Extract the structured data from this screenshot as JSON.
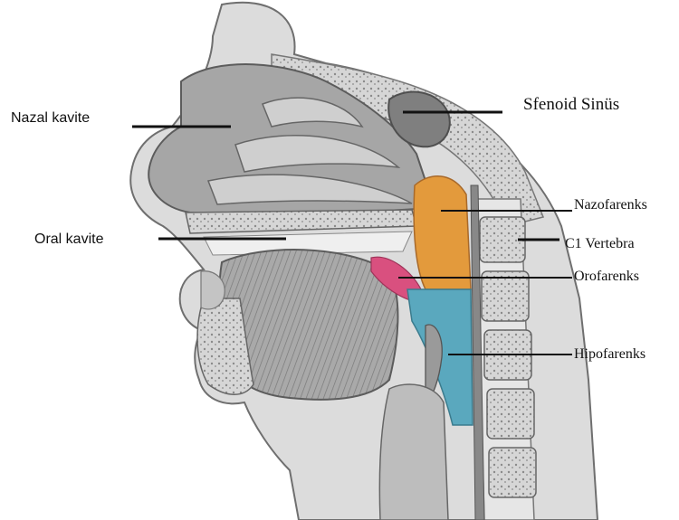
{
  "labels": {
    "nasal_cavity": "Nazal kavite",
    "sphenoid_sinus": "Sfenoid Sinüs",
    "nasopharynx": "Nazofarenks",
    "oral_cavity": "Oral kavite",
    "c1_vertebra": "C1 Vertebra",
    "oropharynx": "Orofarenks",
    "hypopharynx": "Hipofarenks"
  },
  "colors": {
    "nasopharynx": "#e39a3c",
    "oropharynx": "#d9507f",
    "hypopharynx": "#5aa8be",
    "tissue_dark": "#8c8c8c",
    "tissue_mid": "#b9b9b9",
    "tissue_light": "#dadada",
    "bone": "#ececec"
  }
}
